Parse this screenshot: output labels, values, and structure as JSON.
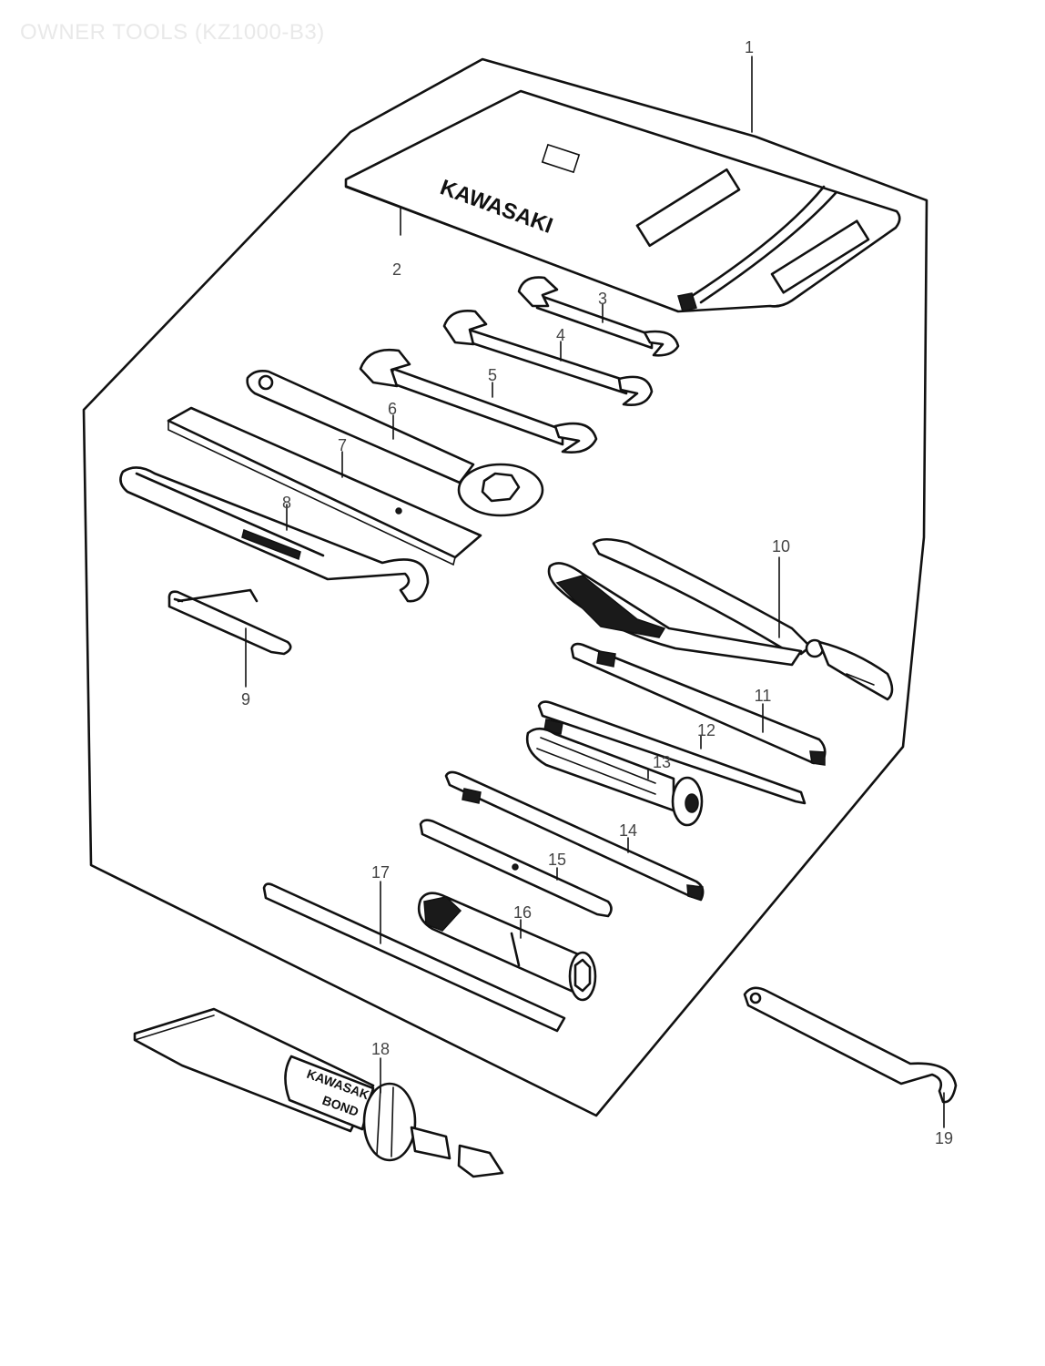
{
  "title": "OWNER TOOLS (KZ1000-B3)",
  "brand_text": "KAWASAKI",
  "tube_text": [
    "KAWASAKI",
    "BOND"
  ],
  "callouts": [
    {
      "id": "1",
      "text": "1"
    },
    {
      "id": "2",
      "text": "2"
    },
    {
      "id": "3",
      "text": "3"
    },
    {
      "id": "4",
      "text": "4"
    },
    {
      "id": "5",
      "text": "5"
    },
    {
      "id": "6",
      "text": "6"
    },
    {
      "id": "7",
      "text": "7"
    },
    {
      "id": "8",
      "text": "8"
    },
    {
      "id": "9",
      "text": "9"
    },
    {
      "id": "10",
      "text": "10"
    },
    {
      "id": "11",
      "text": "11"
    },
    {
      "id": "12",
      "text": "12"
    },
    {
      "id": "13",
      "text": "13"
    },
    {
      "id": "14",
      "text": "14"
    },
    {
      "id": "15",
      "text": "15"
    },
    {
      "id": "16",
      "text": "16"
    },
    {
      "id": "17",
      "text": "17"
    },
    {
      "id": "18",
      "text": "18"
    },
    {
      "id": "19",
      "text": "19"
    }
  ]
}
